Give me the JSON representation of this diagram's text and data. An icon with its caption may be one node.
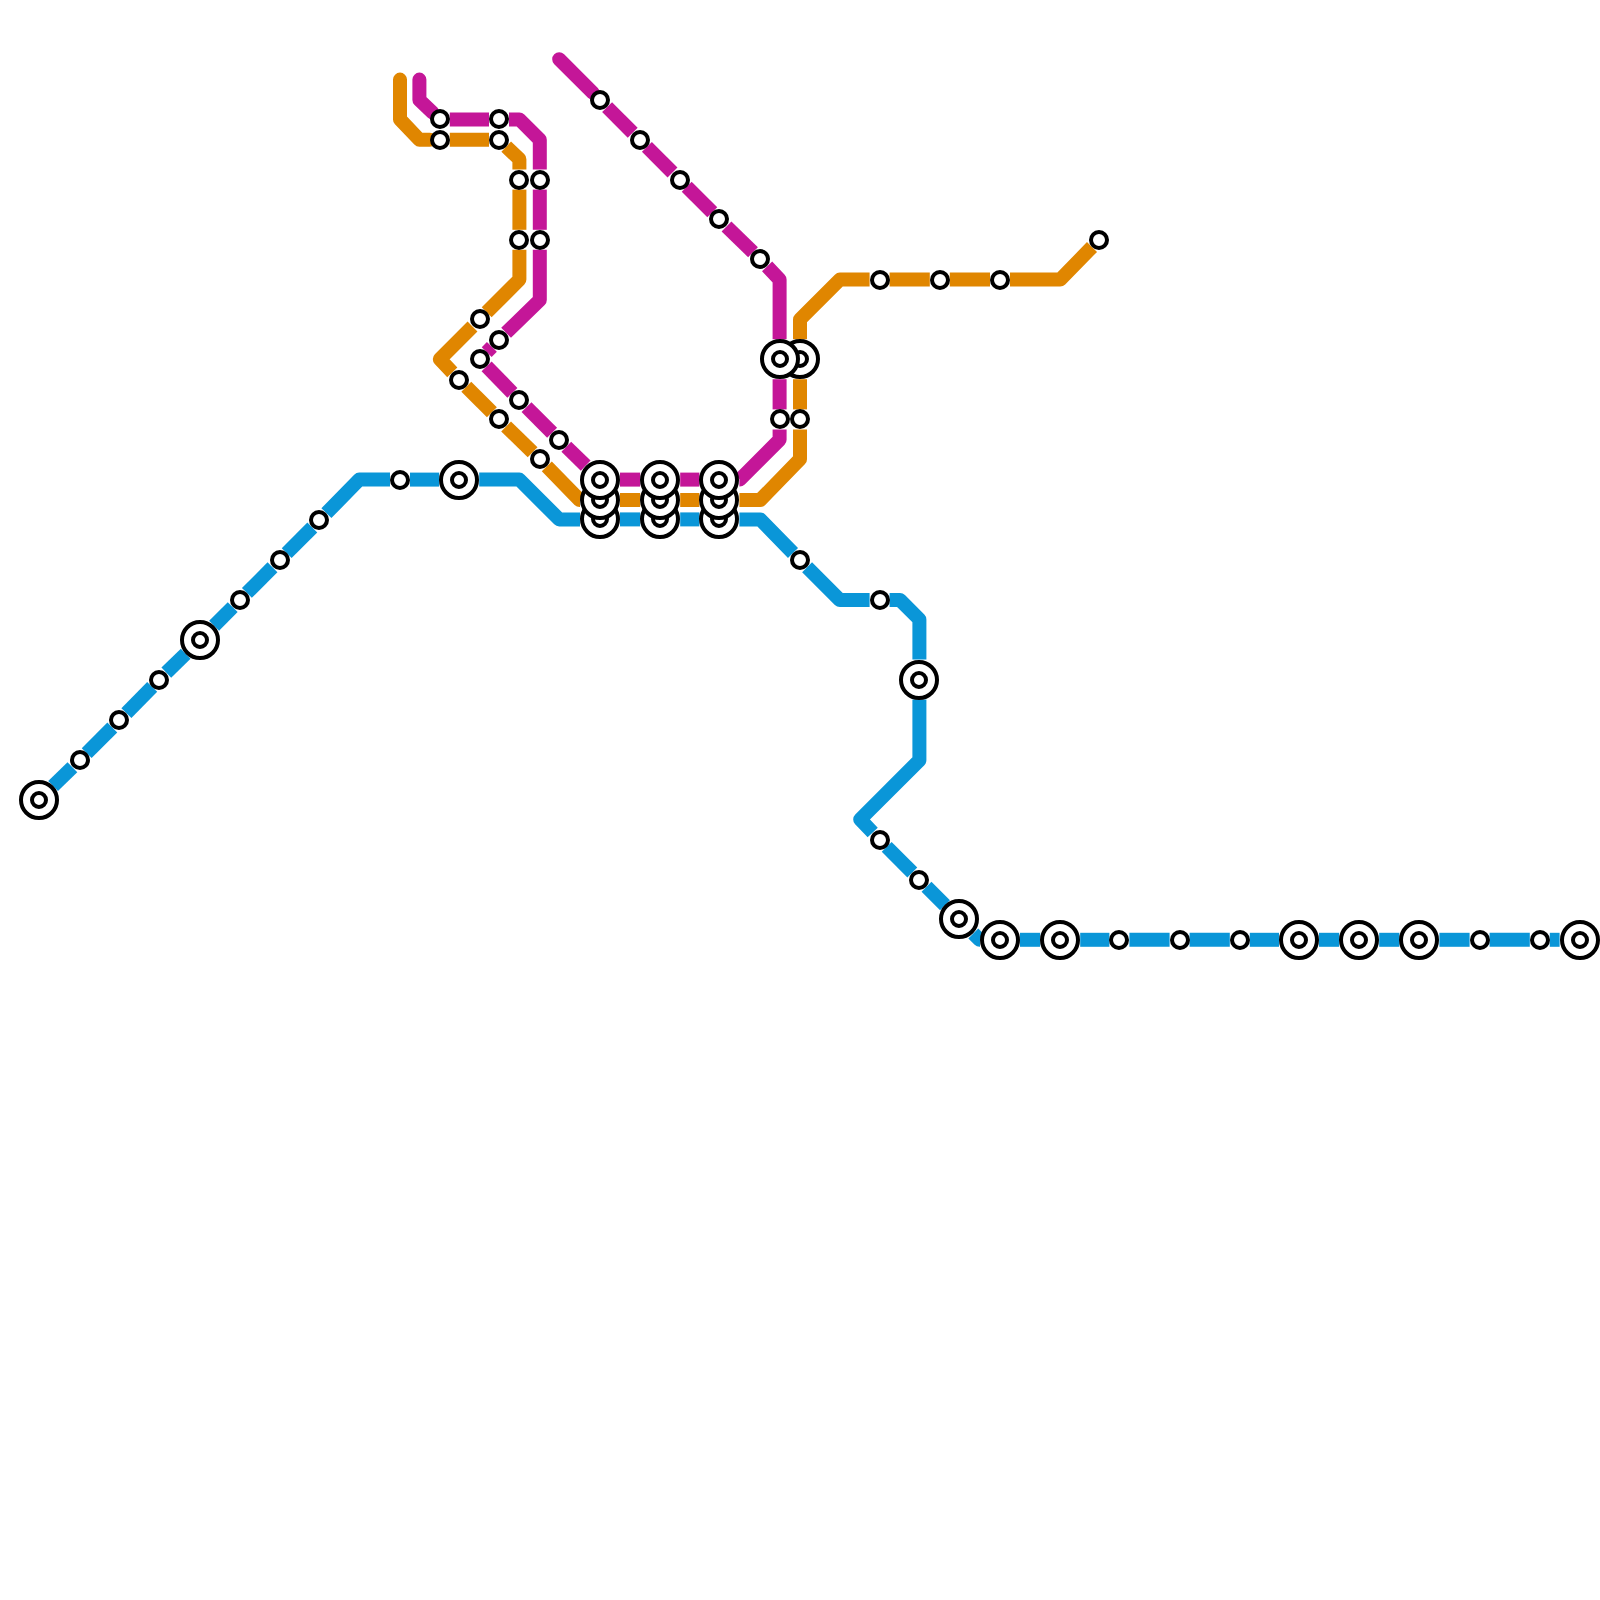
{
  "diagram": {
    "nodes": [
      {
        "text": [],
        "shape": "ring"
      },
      {
        "text": [],
        "shape": "circle"
      },
      {
        "text": [],
        "shape": "circle"
      },
      {
        "text": [],
        "shape": "circle"
      },
      {
        "text": [],
        "shape": "ring"
      },
      {
        "text": [],
        "shape": "circle"
      },
      {
        "text": [],
        "shape": "circle"
      },
      {
        "text": [],
        "shape": "circle"
      },
      {
        "text": [],
        "shape": "circle"
      },
      {
        "text": [],
        "shape": "ring"
      },
      {
        "text": [],
        "shape": "ring"
      },
      {
        "text": [],
        "shape": "ring"
      },
      {
        "text": [],
        "shape": "ring"
      },
      {
        "text": [],
        "shape": "circle"
      },
      {
        "text": [],
        "shape": "circle"
      },
      {
        "text": [],
        "shape": "ring"
      },
      {
        "text": [],
        "shape": "circle"
      },
      {
        "text": [],
        "shape": "circle"
      },
      {
        "text": [],
        "shape": "ring"
      },
      {
        "text": [],
        "shape": "ring"
      },
      {
        "text": [],
        "shape": "ring"
      },
      {
        "text": [],
        "shape": "circle"
      },
      {
        "text": [],
        "shape": "circle"
      },
      {
        "text": [],
        "shape": "circle"
      },
      {
        "text": [],
        "shape": "ring"
      },
      {
        "text": [],
        "shape": "ring"
      },
      {
        "text": [],
        "shape": "ring"
      },
      {
        "text": [],
        "shape": "circle"
      },
      {
        "text": [],
        "shape": "circle"
      },
      {
        "text": [],
        "shape": "ring"
      },
      {
        "text": [],
        "shape": "circle"
      },
      {
        "text": [],
        "shape": "circle"
      },
      {
        "text": [],
        "shape": "circle"
      },
      {
        "text": [],
        "shape": "circle"
      },
      {
        "text": [],
        "shape": "circle"
      },
      {
        "text": [],
        "shape": "circle"
      },
      {
        "text": [],
        "shape": "circle"
      },
      {
        "text": [],
        "shape": "circle"
      },
      {
        "text": [],
        "shape": "ring"
      },
      {
        "text": [],
        "shape": "ring"
      },
      {
        "text": [],
        "shape": "ring"
      },
      {
        "text": [],
        "shape": "circle"
      },
      {
        "text": [],
        "shape": "ring"
      },
      {
        "text": [],
        "shape": "circle"
      },
      {
        "text": [],
        "shape": "circle"
      },
      {
        "text": [],
        "shape": "circle"
      },
      {
        "text": [],
        "shape": "circle"
      },
      {
        "text": [],
        "shape": "circle"
      },
      {
        "text": [],
        "shape": "circle"
      },
      {
        "text": [],
        "shape": "circle"
      },
      {
        "text": [],
        "shape": "circle"
      },
      {
        "text": [],
        "shape": "circle"
      },
      {
        "text": [],
        "shape": "circle"
      },
      {
        "text": [],
        "shape": "circle"
      },
      {
        "text": [],
        "shape": "circle"
      },
      {
        "text": [],
        "shape": "ring"
      },
      {
        "text": [],
        "shape": "ring"
      },
      {
        "text": [],
        "shape": "ring"
      },
      {
        "text": [],
        "shape": "circle"
      },
      {
        "text": [],
        "shape": "ring"
      },
      {
        "text": [],
        "shape": "circle"
      },
      {
        "text": [],
        "shape": "circle"
      },
      {
        "text": [],
        "shape": "circle"
      },
      {
        "text": [],
        "shape": "circle"
      },
      {
        "text": [],
        "shape": "circle"
      }
    ],
    "edges": [
      {
        "from": 0,
        "to": 1,
        "arrow": "none"
      },
      {
        "from": 1,
        "to": 2,
        "arrow": "none"
      },
      {
        "from": 2,
        "to": 3,
        "arrow": "none"
      },
      {
        "from": 3,
        "to": 4,
        "arrow": "none"
      },
      {
        "from": 4,
        "to": 5,
        "arrow": "none"
      },
      {
        "from": 5,
        "to": 6,
        "arrow": "none"
      },
      {
        "from": 6,
        "to": 7,
        "arrow": "none"
      },
      {
        "from": 7,
        "to": 8,
        "arrow": "none"
      },
      {
        "from": 8,
        "to": 9,
        "arrow": "none"
      },
      {
        "from": 9,
        "to": 10,
        "arrow": "none"
      },
      {
        "from": 10,
        "to": 11,
        "arrow": "none"
      },
      {
        "from": 11,
        "to": 12,
        "arrow": "none"
      },
      {
        "from": 12,
        "to": 13,
        "arrow": "none"
      },
      {
        "from": 13,
        "to": 14,
        "arrow": "none"
      },
      {
        "from": 14,
        "to": 15,
        "arrow": "none"
      },
      {
        "from": 15,
        "to": 16,
        "arrow": "none"
      },
      {
        "from": 16,
        "to": 17,
        "arrow": "none"
      },
      {
        "from": 17,
        "to": 18,
        "arrow": "none"
      },
      {
        "from": 18,
        "to": 19,
        "arrow": "none"
      },
      {
        "from": 19,
        "to": 20,
        "arrow": "none"
      },
      {
        "from": 20,
        "to": 21,
        "arrow": "none"
      },
      {
        "from": 21,
        "to": 22,
        "arrow": "none"
      },
      {
        "from": 22,
        "to": 23,
        "arrow": "none"
      },
      {
        "from": 23,
        "to": 24,
        "arrow": "none"
      },
      {
        "from": 24,
        "to": 25,
        "arrow": "none"
      },
      {
        "from": 25,
        "to": 26,
        "arrow": "none"
      },
      {
        "from": 26,
        "to": 27,
        "arrow": "none"
      },
      {
        "from": 27,
        "to": 28,
        "arrow": "none"
      },
      {
        "from": 28,
        "to": 29,
        "arrow": "none"
      },
      {
        "from": null,
        "to": 30,
        "arrow": "none",
        "color": "#e08600"
      },
      {
        "from": 30,
        "to": 31,
        "arrow": "none",
        "color": "#e08600"
      },
      {
        "from": 31,
        "to": 32,
        "arrow": "none",
        "color": "#e08600"
      },
      {
        "from": 32,
        "to": 33,
        "arrow": "none",
        "color": "#e08600"
      },
      {
        "from": 33,
        "to": 34,
        "arrow": "none",
        "color": "#e08600"
      },
      {
        "from": 34,
        "to": 35,
        "arrow": "none",
        "color": "#e08600"
      },
      {
        "from": 35,
        "to": 36,
        "arrow": "none",
        "color": "#e08600"
      },
      {
        "from": 36,
        "to": 37,
        "arrow": "none",
        "color": "#e08600"
      },
      {
        "from": 37,
        "to": 38,
        "arrow": "none",
        "color": "#e08600"
      },
      {
        "from": 38,
        "to": 39,
        "arrow": "none",
        "color": "#e08600"
      },
      {
        "from": 39,
        "to": 40,
        "arrow": "none",
        "color": "#e08600"
      },
      {
        "from": 40,
        "to": 41,
        "arrow": "none",
        "color": "#e08600"
      },
      {
        "from": 41,
        "to": 42,
        "arrow": "none",
        "color": "#e08600"
      },
      {
        "from": 42,
        "to": 43,
        "arrow": "none",
        "color": "#e08600"
      },
      {
        "from": 43,
        "to": 44,
        "arrow": "none",
        "color": "#e08600"
      },
      {
        "from": 44,
        "to": 45,
        "arrow": "none",
        "color": "#e08600"
      },
      {
        "from": 45,
        "to": 46,
        "arrow": "none",
        "color": "#e08600"
      },
      {
        "from": null,
        "to": 47,
        "arrow": "none",
        "color": "#c41698"
      },
      {
        "from": 47,
        "to": 48,
        "arrow": "none",
        "color": "#c41698"
      },
      {
        "from": 48,
        "to": 49,
        "arrow": "none",
        "color": "#c41698"
      },
      {
        "from": 49,
        "to": 50,
        "arrow": "none",
        "color": "#c41698"
      },
      {
        "from": 50,
        "to": 51,
        "arrow": "none",
        "color": "#c41698"
      },
      {
        "from": 51,
        "to": 52,
        "arrow": "none",
        "color": "#c41698"
      },
      {
        "from": 52,
        "to": 53,
        "arrow": "none",
        "color": "#c41698"
      },
      {
        "from": 53,
        "to": 54,
        "arrow": "none",
        "color": "#c41698"
      },
      {
        "from": 54,
        "to": 55,
        "arrow": "none",
        "color": "#c41698"
      },
      {
        "from": 55,
        "to": 56,
        "arrow": "none",
        "color": "#c41698"
      },
      {
        "from": 56,
        "to": 57,
        "arrow": "none",
        "color": "#c41698"
      },
      {
        "from": 57,
        "to": 58,
        "arrow": "none",
        "color": "#c41698"
      },
      {
        "from": 58,
        "to": 59,
        "arrow": "none",
        "color": "#c41698"
      },
      {
        "from": 59,
        "to": 60,
        "arrow": "none",
        "color": "#c41698"
      },
      {
        "from": 60,
        "to": 61,
        "arrow": "none",
        "color": "#c41698"
      },
      {
        "from": 61,
        "to": 62,
        "arrow": "none",
        "color": "#c41698"
      },
      {
        "from": 62,
        "to": 63,
        "arrow": "none",
        "color": "#c41698"
      },
      {
        "from": 63,
        "to": 64,
        "arrow": "none",
        "color": "#c41698"
      },
      {
        "from": 64,
        "to": null,
        "arrow": "none",
        "color": "#c41698"
      }
    ]
  }
}
